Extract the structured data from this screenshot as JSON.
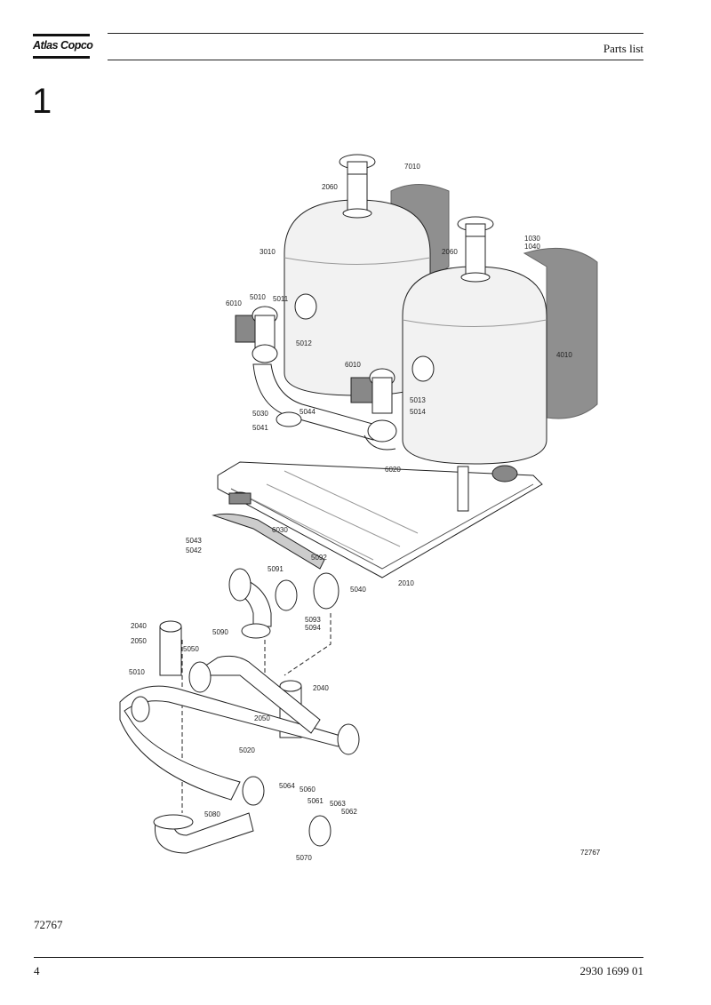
{
  "header": {
    "brand": "Atlas Copco",
    "section_label": "Parts list"
  },
  "section_number": "1",
  "figure": {
    "reference": "72767",
    "callouts": [
      "7010",
      "2060",
      "3010",
      "1030",
      "1040",
      "2060",
      "6010",
      "5010",
      "5011",
      "5012",
      "4010",
      "6010",
      "5013",
      "5014",
      "5030",
      "5044",
      "5041",
      "6020",
      "5043",
      "5042",
      "6030",
      "5092",
      "2010",
      "5091",
      "5040",
      "5093",
      "5094",
      "5090",
      "2040",
      "2050",
      "5050",
      "5010",
      "2040",
      "2050",
      "5020",
      "5064",
      "5060",
      "5061",
      "5063",
      "5062",
      "5080",
      "5070"
    ]
  },
  "footer": {
    "code": "72767",
    "page_number": "4",
    "document_number": "2930 1699 01"
  },
  "colors": {
    "ink": "#111111",
    "tank_shadow": "#8f8f8f",
    "tank_fill": "#f2f2f2"
  }
}
